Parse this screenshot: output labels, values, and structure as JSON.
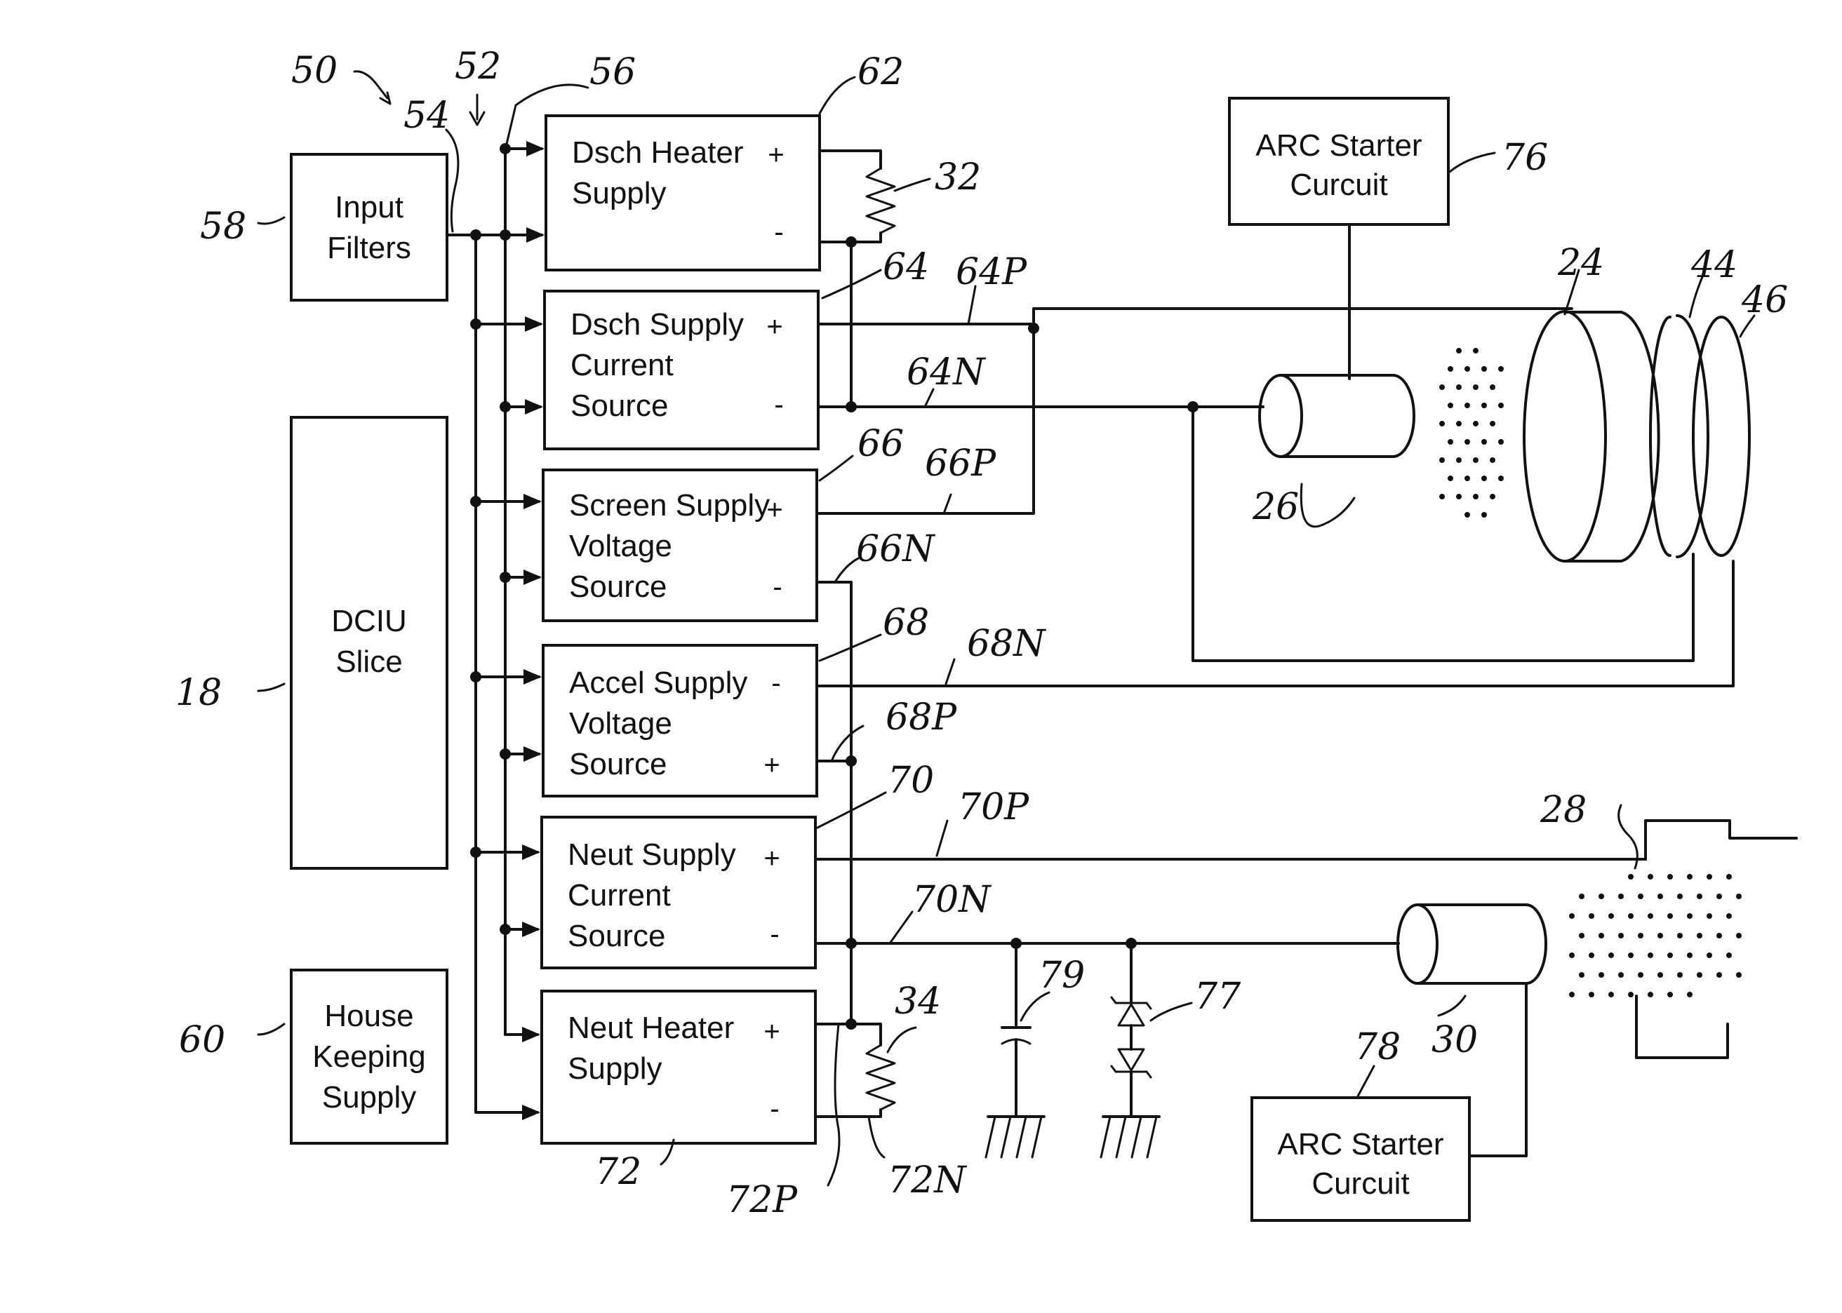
{
  "blocks": {
    "input_filters": [
      "Input",
      "Filters"
    ],
    "dciu_slice": [
      "DCIU",
      "Slice"
    ],
    "house_keeping": [
      "House",
      "Keeping",
      "Supply"
    ],
    "dsch_heater": [
      "Dsch Heater",
      "Supply"
    ],
    "dsch_supply": [
      "Dsch Supply",
      "Current",
      "Source"
    ],
    "screen_supply": [
      "Screen Supply",
      "Voltage",
      "Source"
    ],
    "accel_supply": [
      "Accel Supply",
      "Voltage",
      "Source"
    ],
    "neut_supply": [
      "Neut Supply",
      "Current",
      "Source"
    ],
    "neut_heater": [
      "Neut Heater",
      "Supply"
    ],
    "arc_starter_top": [
      "ARC Starter",
      "Curcuit"
    ],
    "arc_starter_bottom": [
      "ARC Starter",
      "Curcuit"
    ]
  },
  "polarity": {
    "dsch_heater": [
      "+",
      "-"
    ],
    "dsch_supply": [
      "+",
      "-"
    ],
    "screen_supply": [
      "+",
      "-"
    ],
    "accel_supply": [
      "-",
      "+"
    ],
    "neut_supply": [
      "+",
      "-"
    ],
    "neut_heater": [
      "+",
      "-"
    ]
  },
  "refs": {
    "r50": "50",
    "r52": "52",
    "r54": "54",
    "r56": "56",
    "r58": "58",
    "r62": "62",
    "r32": "32",
    "r64": "64",
    "r64p": "64P",
    "r64n": "64N",
    "r66": "66",
    "r66p": "66P",
    "r66n": "66N",
    "r68": "68",
    "r68n": "68N",
    "r68p": "68P",
    "r70": "70",
    "r70p": "70P",
    "r70n": "70N",
    "r18": "18",
    "r60": "60",
    "r72": "72",
    "r72p": "72P",
    "r72n": "72N",
    "r34": "34",
    "r79": "79",
    "r77": "77",
    "r78": "78",
    "r30": "30",
    "r28": "28",
    "r76": "76",
    "r24": "24",
    "r44": "44",
    "r46": "46",
    "r26": "26"
  }
}
